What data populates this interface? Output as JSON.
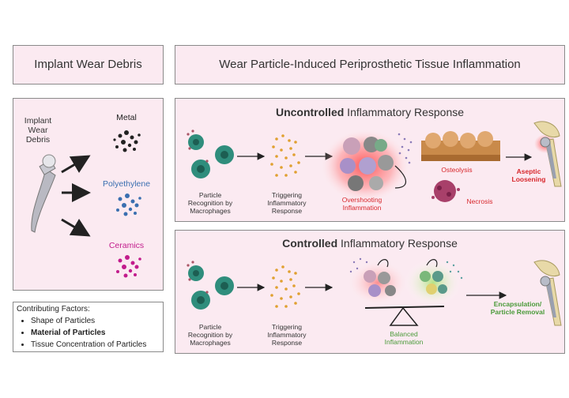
{
  "left_header": "Implant Wear Debris",
  "right_header": "Wear Particle-Induced Periprosthetic Tissue Inflammation",
  "implant_label": [
    "Implant",
    "Wear",
    "Debris"
  ],
  "materials": [
    {
      "name": "Metal",
      "color": "#222222"
    },
    {
      "name": "Polyethylene",
      "color": "#3a6fb0"
    },
    {
      "name": "Ceramics",
      "color": "#c21c8c"
    }
  ],
  "factors": {
    "title": "Contributing Factors:",
    "items": [
      "Shape of Particles",
      "Material of Particles",
      "Tissue Concentration of Particles"
    ]
  },
  "uncontrolled": {
    "title_bold": "Uncontrolled",
    "title_rest": " Inflammatory Response",
    "recognition": "Particle Recognition by Macrophages",
    "triggering": "Triggering Inflammatory Response",
    "overshooting": "Overshooting Inflammation",
    "osteolysis": "Osteolysis",
    "necrosis": "Necrosis",
    "outcome": "Aseptic Loosening"
  },
  "controlled": {
    "title_bold": "Controlled",
    "title_rest": " Inflammatory Response",
    "recognition": "Particle Recognition by Macrophages",
    "triggering": "Triggering Inflammatory Response",
    "balanced": "Balanced Inflammation",
    "outcome": "Encapsulation/ Particle Removal"
  },
  "colors": {
    "panel_bg": "#fbeaf1",
    "macrophage": "#2f8d7c",
    "particle": "#e0a030",
    "inflammation_red": "#e8484a",
    "outcome_red": "#d8282d",
    "outcome_green": "#4a9a3a"
  }
}
